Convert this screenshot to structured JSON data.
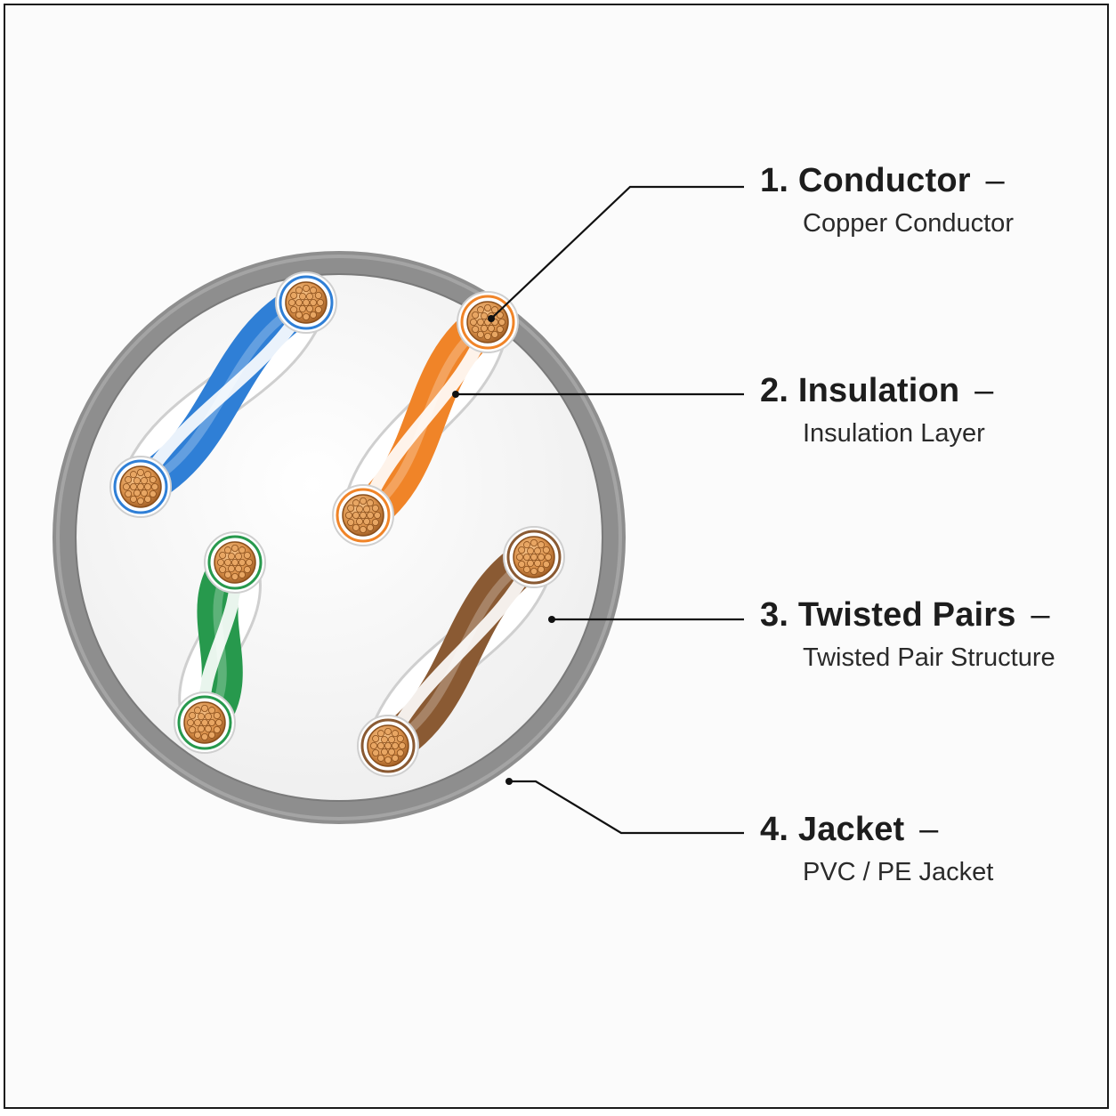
{
  "colors": {
    "jacket": "#8e8e8e",
    "jacket_inner": "#f7f7f7",
    "blue": "#2f7fd6",
    "orange": "#f08428",
    "green": "#27994d",
    "brown": "#8a5a33",
    "copper": "#d9904a",
    "leader": "#111111"
  },
  "labels": [
    {
      "number": "1.",
      "title": "Conductor",
      "dash": "–",
      "description": "Copper Conductor"
    },
    {
      "number": "2.",
      "title": "Insulation",
      "dash": "–",
      "description": "Insulation Layer"
    },
    {
      "number": "3.",
      "title": "Twisted Pairs",
      "dash": "–",
      "description": "Twisted Pair Structure"
    },
    {
      "number": "4.",
      "title": "Jacket",
      "dash": "–",
      "description": "PVC / PE Jacket"
    }
  ],
  "pairs": [
    {
      "id": "blue",
      "color_key": "blue",
      "icon": "twisted-pair-icon"
    },
    {
      "id": "orange",
      "color_key": "orange",
      "icon": "twisted-pair-icon"
    },
    {
      "id": "green",
      "color_key": "green",
      "icon": "twisted-pair-icon"
    },
    {
      "id": "brown",
      "color_key": "brown",
      "icon": "twisted-pair-icon"
    }
  ]
}
